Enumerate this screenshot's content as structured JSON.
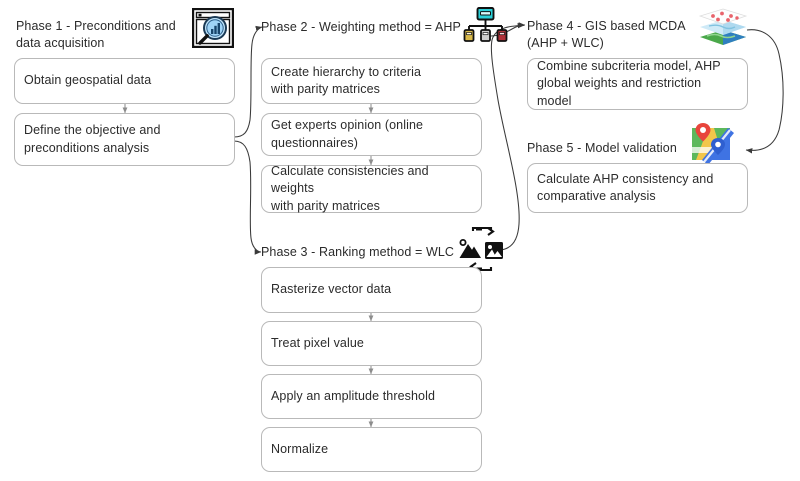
{
  "diagram": {
    "title": "Methodology phases flowchart",
    "background_color": "#ffffff",
    "box_border_color": "#b9b9b9",
    "text_color": "#2b2b2b",
    "connector_color": "#3a3a3a"
  },
  "phases": [
    {
      "id": "phase1",
      "title": "Phase 1 -  Preconditions and\ndata acquisition",
      "icon": "magnifier-chart-icon",
      "steps": [
        {
          "label": "Obtain geospatial data"
        },
        {
          "label": "Define the objective and\npreconditions analysis"
        }
      ]
    },
    {
      "id": "phase2",
      "title": "Phase 2 -  Weighting method = AHP",
      "icon": "hierarchy-tree-icon",
      "steps": [
        {
          "label": "Create hierarchy to criteria\nwith parity matrices"
        },
        {
          "label": "Get experts opinion (online\nquestionnaires)"
        },
        {
          "label": "Calculate consistencies and weights\nwith parity matrices"
        }
      ]
    },
    {
      "id": "phase3",
      "title": "Phase 3 -  Ranking method = WLC",
      "icon": "raster-conversion-icon",
      "steps": [
        {
          "label": "Rasterize vector data"
        },
        {
          "label": "Treat pixel value"
        },
        {
          "label": "Apply an amplitude threshold"
        },
        {
          "label": "Normalize"
        }
      ]
    },
    {
      "id": "phase4",
      "title": "Phase 4 -  GIS based MCDA\n(AHP + WLC)",
      "icon": "map-layers-icon",
      "steps": [
        {
          "label": "Combine subcriteria model, AHP\nglobal weights and restriction model"
        }
      ]
    },
    {
      "id": "phase5",
      "title": "Phase 5 -  Model validation",
      "icon": "map-pin-icon",
      "steps": [
        {
          "label": "Calculate AHP consistency and\ncomparative analysis"
        }
      ]
    }
  ]
}
